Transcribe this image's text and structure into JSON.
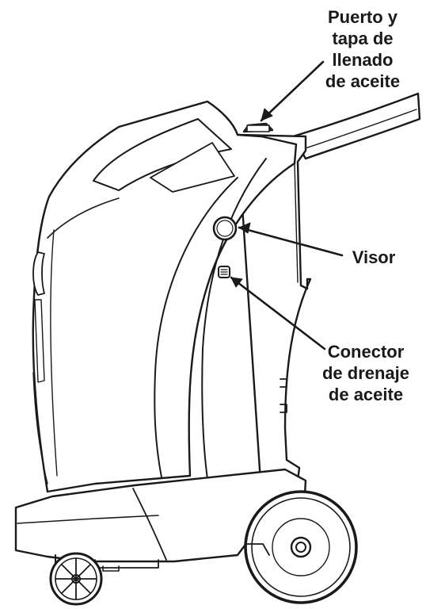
{
  "labels": {
    "oil_fill": [
      "Puerto y",
      "tapa de",
      "llenado",
      "de aceite"
    ],
    "sight_glass": [
      "Visor"
    ],
    "oil_drain": [
      "Conector",
      "de drenaje",
      "de aceite"
    ]
  },
  "colors": {
    "ink": "#1a1a1a",
    "background": "#ffffff"
  }
}
